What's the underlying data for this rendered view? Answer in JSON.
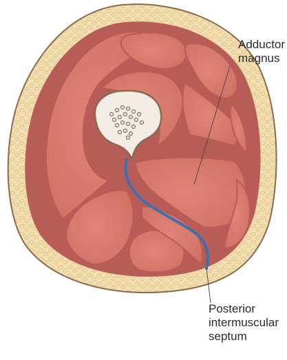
{
  "labels": {
    "adductor_line1": "Adductor",
    "adductor_line2": "magnus",
    "posterior_line1": "Posterior",
    "posterior_line2": "intermuscular",
    "posterior_line3": "septum"
  },
  "colors": {
    "skin_fat": "#f3deb0",
    "fat_texture": "#dcc28a",
    "outline": "#8a6a4c",
    "fascia": "#b85c58",
    "muscle": "#d9786b",
    "muscle_dark": "#c86659",
    "bone": "#f3ece4",
    "bone_marrow": "#7d7168",
    "septum": "#3f6fae",
    "text": "#2b2b2b"
  }
}
